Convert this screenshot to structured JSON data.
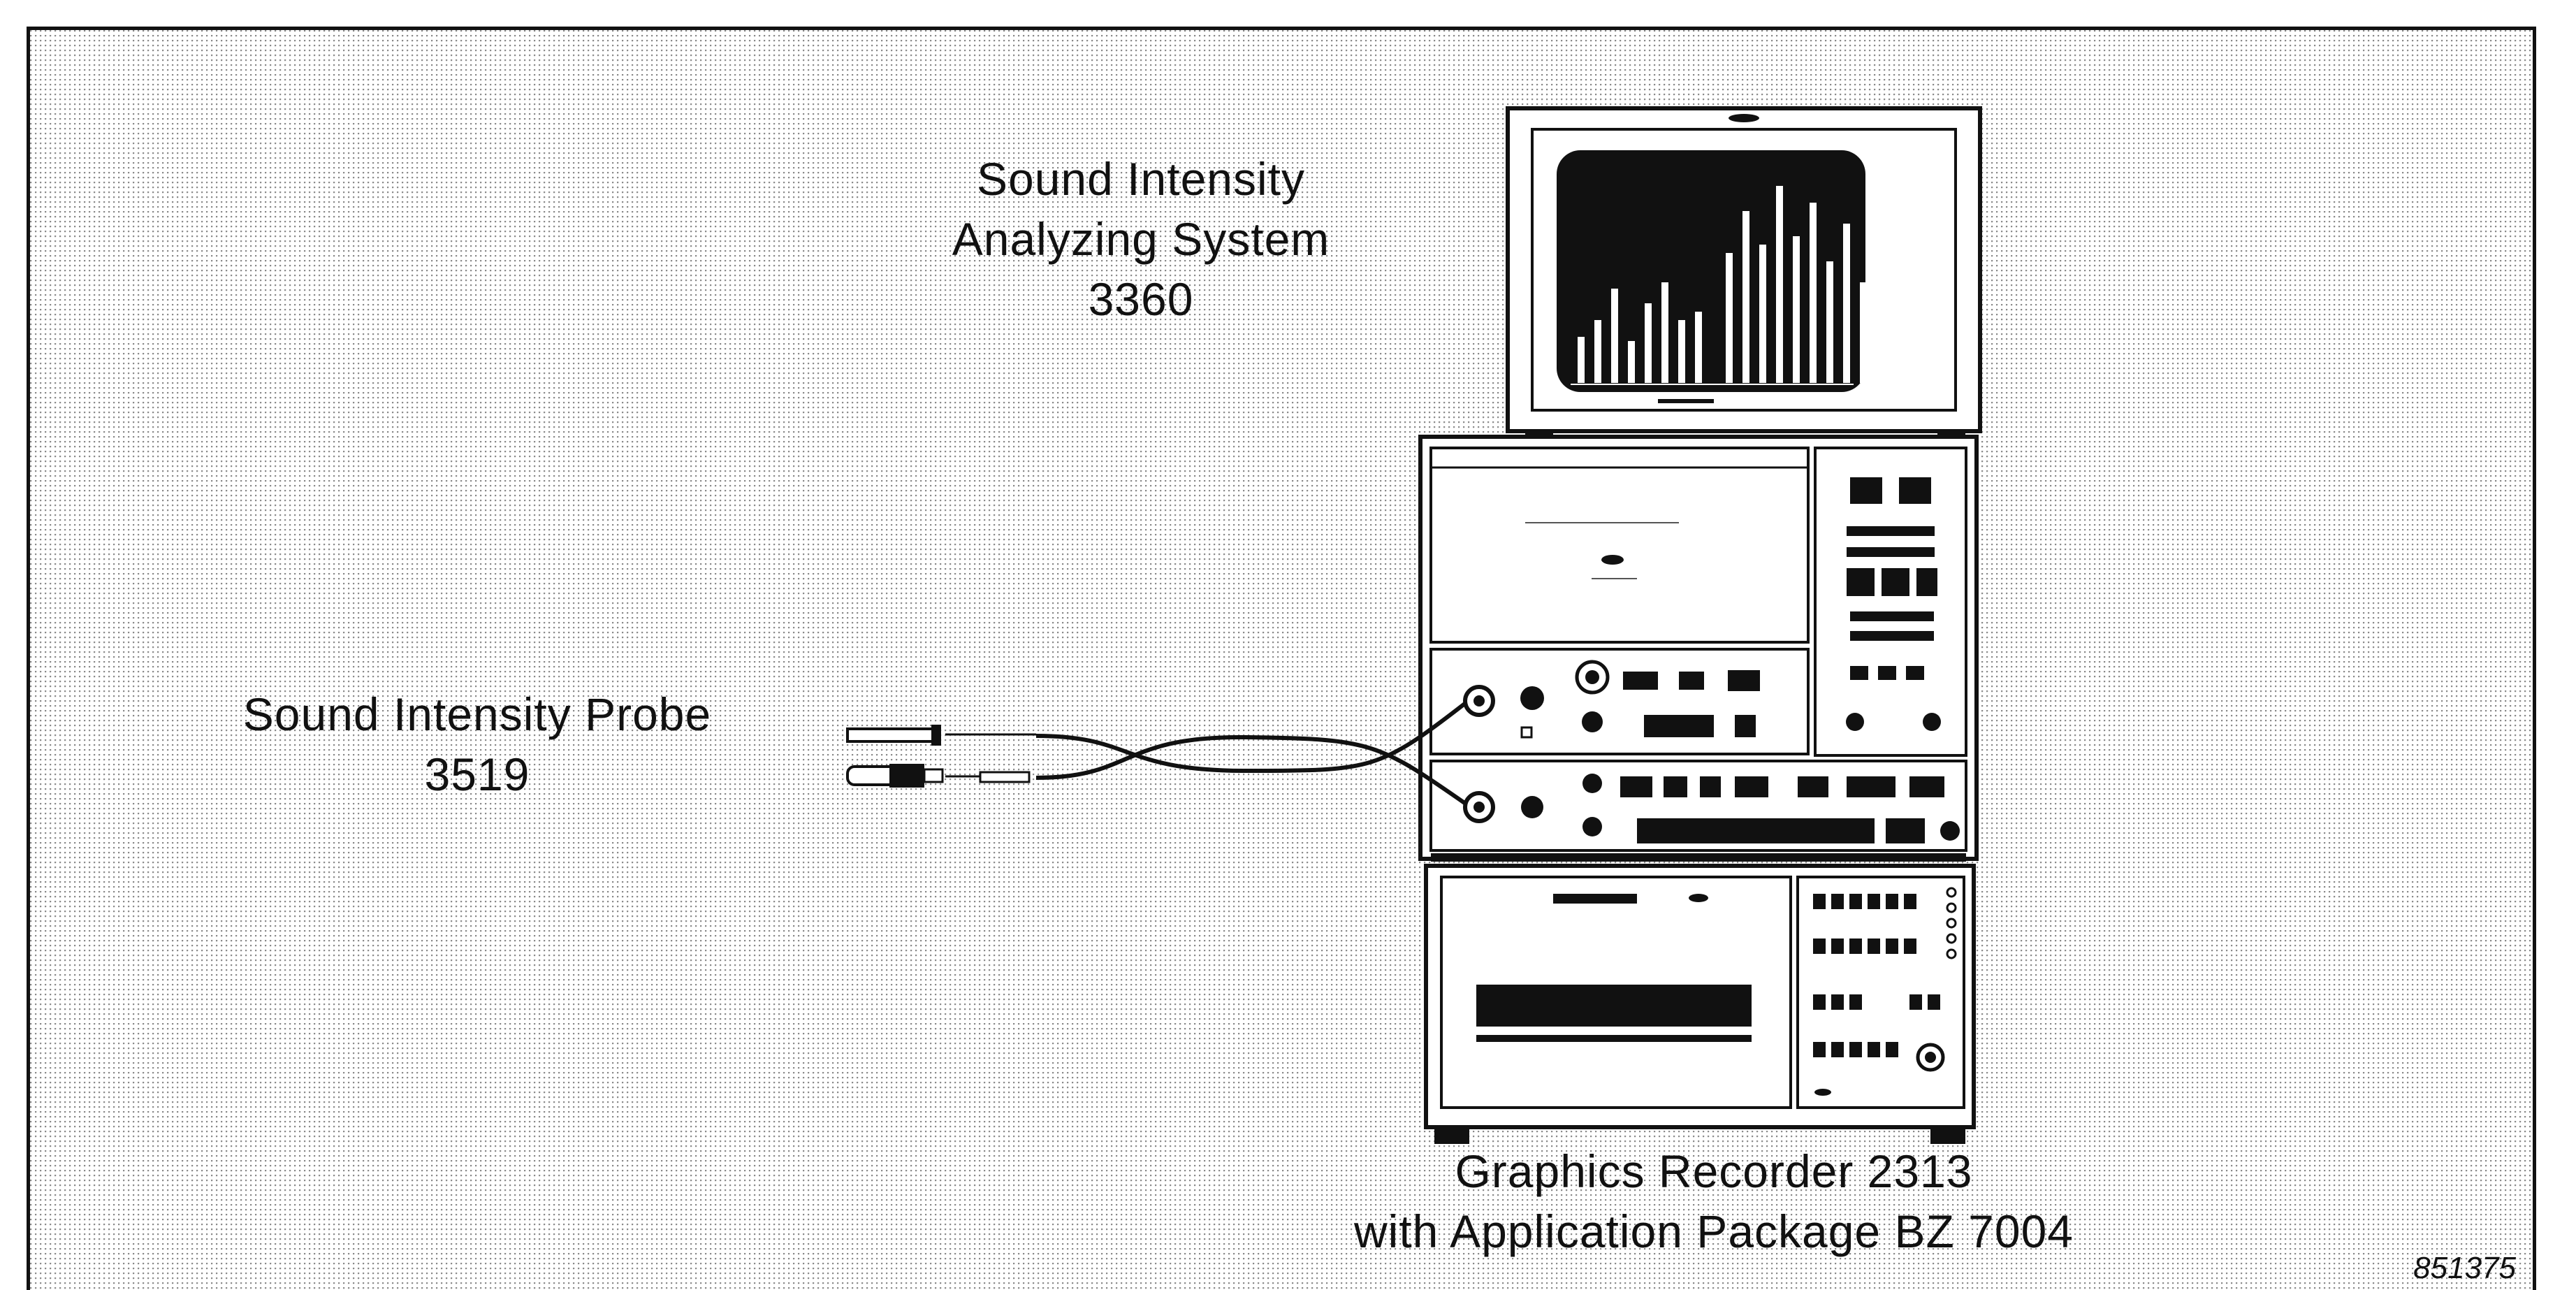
{
  "labels": {
    "analyzer": {
      "line1": "Sound Intensity",
      "line2": "Analyzing System",
      "line3": "3360"
    },
    "probe": {
      "line1": "Sound Intensity Probe",
      "line2": "3519"
    },
    "recorder": {
      "line1": "Graphics Recorder 2313",
      "line2": "with Application Package BZ 7004"
    }
  },
  "figure_number": "851375",
  "display_bar_levels": [
    0.22,
    0.3,
    0.45,
    0.2,
    0.38,
    0.48,
    0.3,
    0.34,
    0.62,
    0.82,
    0.66,
    0.94,
    0.7,
    0.86,
    0.58,
    0.76,
    0.48
  ],
  "colors": {
    "ink": "#111111",
    "panel": "#ffffff",
    "dot": "#8a8a8a",
    "screen": "#111111"
  }
}
